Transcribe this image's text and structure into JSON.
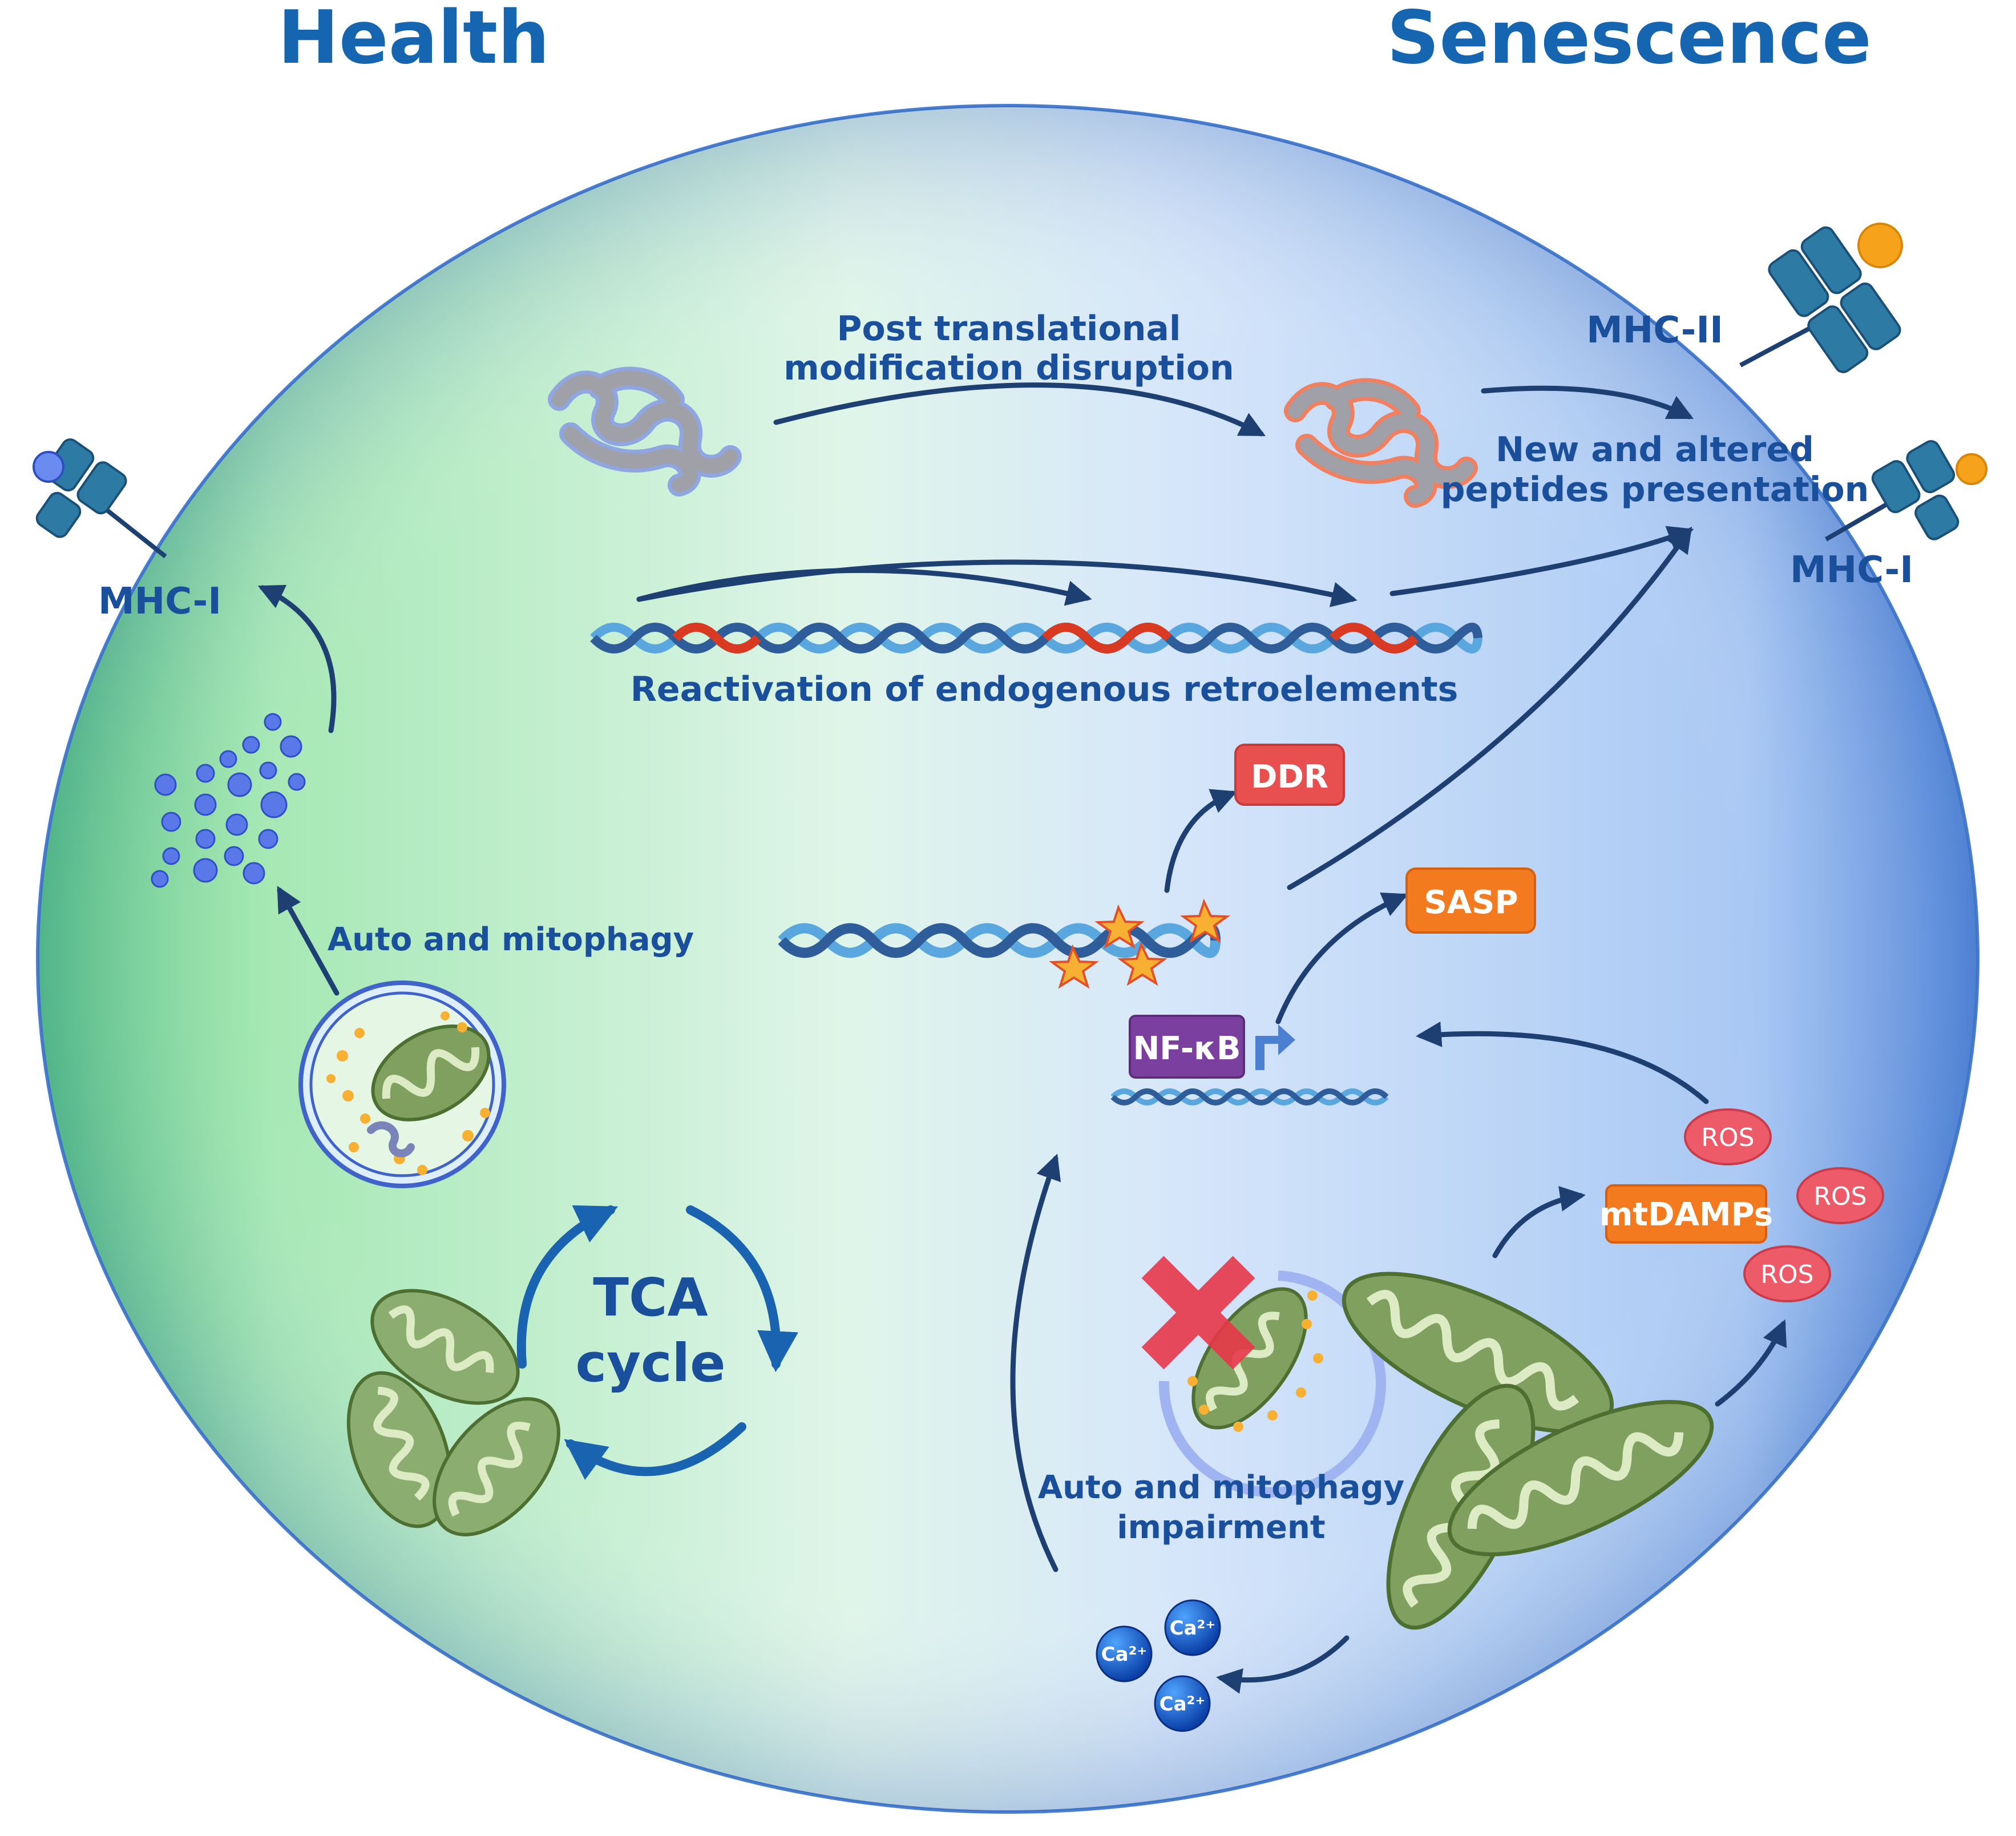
{
  "headers": {
    "health": "Health",
    "senescence": "Senescence"
  },
  "labels": {
    "ptm_line1": "Post translational",
    "ptm_line2": "modification disruption",
    "peptides_line1": "New and altered",
    "peptides_line2": "peptides presentation",
    "retroelements": "Reactivation of endogenous  retroelements",
    "autophagy": "Auto and mitophagy",
    "impairment_line1": "Auto and mitophagy",
    "impairment_line2": "impairment",
    "tca_line1": "TCA",
    "tca_line2": "cycle"
  },
  "mhc": {
    "mhc1_left": "MHC-I",
    "mhc2_right": "MHC-II",
    "mhc1_right": "MHC-I"
  },
  "boxes": {
    "ddr": "DDR",
    "sasp": "SASP",
    "nfkb": "NF-κB",
    "mtdamps": "mtDAMPs"
  },
  "ros": [
    "ROS",
    "ROS",
    "ROS"
  ],
  "calcium": [
    "Ca²⁺",
    "Ca²⁺",
    "Ca²⁺"
  ],
  "colors": {
    "title_blue": "#1565b0",
    "label_blue": "#1a4f9c",
    "ddr_red": "#e8504f",
    "sasp_orange": "#f47a1f",
    "nfkb_purple": "#7b3fa0",
    "ros_pink": "#ee5b68",
    "mito_green": "#7fa05e",
    "receptor_teal": "#2d7aa4",
    "tca_arrow": "#1a63b0"
  }
}
